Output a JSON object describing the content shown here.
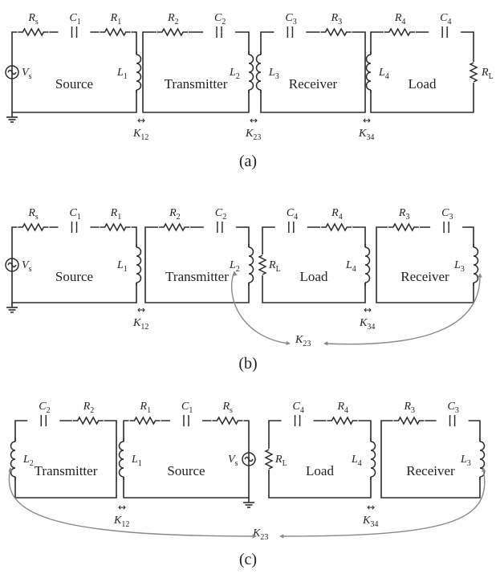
{
  "panels": [
    {
      "label": "(a)",
      "circuits": [
        {
          "name": "Source",
          "elements": [
            {
              "type": "source",
              "side": "left",
              "label": "V",
              "sub": "s"
            },
            {
              "type": "resistor",
              "side": "top",
              "label": "R",
              "sub": "s"
            },
            {
              "type": "capacitor",
              "side": "top",
              "label": "C",
              "sub": "1"
            },
            {
              "type": "resistor",
              "side": "top",
              "label": "R",
              "sub": "1"
            },
            {
              "type": "inductor",
              "side": "right",
              "label": "L",
              "sub": "1"
            }
          ]
        },
        {
          "name": "Transmitter",
          "elements": [
            {
              "type": "resistor",
              "side": "top",
              "label": "R",
              "sub": "2"
            },
            {
              "type": "capacitor",
              "side": "top",
              "label": "C",
              "sub": "2"
            },
            {
              "type": "inductor",
              "side": "right",
              "label": "L",
              "sub": "2"
            }
          ]
        },
        {
          "name": "Receiver",
          "elements": [
            {
              "type": "inductor",
              "side": "left",
              "label": "L",
              "sub": "3"
            },
            {
              "type": "capacitor",
              "side": "top",
              "label": "C",
              "sub": "3"
            },
            {
              "type": "resistor",
              "side": "top",
              "label": "R",
              "sub": "3"
            }
          ]
        },
        {
          "name": "Load",
          "elements": [
            {
              "type": "inductor",
              "side": "left",
              "label": "L",
              "sub": "4"
            },
            {
              "type": "resistor",
              "side": "top",
              "label": "R",
              "sub": "4"
            },
            {
              "type": "capacitor",
              "side": "top",
              "label": "C",
              "sub": "4"
            },
            {
              "type": "resistor",
              "side": "right",
              "label": "R",
              "sub": "L"
            }
          ]
        }
      ],
      "couplings": [
        {
          "label": "K",
          "sub": "12",
          "symbol": "↔"
        },
        {
          "label": "K",
          "sub": "23",
          "symbol": "↔"
        },
        {
          "label": "K",
          "sub": "34",
          "symbol": "↔"
        }
      ]
    },
    {
      "label": "(b)",
      "circuits": [
        {
          "name": "Source",
          "elements": [
            {
              "type": "source",
              "side": "left",
              "label": "V",
              "sub": "s"
            },
            {
              "type": "resistor",
              "side": "top",
              "label": "R",
              "sub": "s"
            },
            {
              "type": "capacitor",
              "side": "top",
              "label": "C",
              "sub": "1"
            },
            {
              "type": "resistor",
              "side": "top",
              "label": "R",
              "sub": "1"
            },
            {
              "type": "inductor",
              "side": "right",
              "label": "L",
              "sub": "1"
            }
          ]
        },
        {
          "name": "Transmitter",
          "elements": [
            {
              "type": "resistor",
              "side": "top",
              "label": "R",
              "sub": "2"
            },
            {
              "type": "capacitor",
              "side": "top",
              "label": "C",
              "sub": "2"
            },
            {
              "type": "inductor",
              "side": "right",
              "label": "L",
              "sub": "2"
            }
          ]
        },
        {
          "name": "Load",
          "elements": [
            {
              "type": "resistor",
              "side": "left",
              "label": "R",
              "sub": "L"
            },
            {
              "type": "capacitor",
              "side": "top",
              "label": "C",
              "sub": "4"
            },
            {
              "type": "resistor",
              "side": "top",
              "label": "R",
              "sub": "4"
            },
            {
              "type": "inductor",
              "side": "right",
              "label": "L",
              "sub": "4"
            }
          ]
        },
        {
          "name": "Receiver",
          "elements": [
            {
              "type": "resistor",
              "side": "top",
              "label": "R",
              "sub": "3"
            },
            {
              "type": "capacitor",
              "side": "top",
              "label": "C",
              "sub": "3"
            },
            {
              "type": "inductor",
              "side": "right",
              "label": "L",
              "sub": "3"
            }
          ]
        }
      ],
      "couplings": [
        {
          "label": "K",
          "sub": "12",
          "symbol": "↔"
        },
        {
          "label": "K",
          "sub": "34",
          "symbol": "↔"
        },
        {
          "label": "K",
          "sub": "23",
          "symbol": ""
        }
      ]
    },
    {
      "label": "(c)",
      "circuits": [
        {
          "name": "Transmitter",
          "elements": [
            {
              "type": "capacitor",
              "side": "top",
              "label": "C",
              "sub": "2"
            },
            {
              "type": "resistor",
              "side": "top",
              "label": "R",
              "sub": "2"
            },
            {
              "type": "inductor",
              "side": "left",
              "label": "L",
              "sub": "2"
            }
          ]
        },
        {
          "name": "Source",
          "elements": [
            {
              "type": "inductor",
              "side": "left",
              "label": "L",
              "sub": "1"
            },
            {
              "type": "resistor",
              "side": "top",
              "label": "R",
              "sub": "1"
            },
            {
              "type": "capacitor",
              "side": "top",
              "label": "C",
              "sub": "1"
            },
            {
              "type": "resistor",
              "side": "top",
              "label": "R",
              "sub": "s"
            },
            {
              "type": "source",
              "side": "right",
              "label": "V",
              "sub": "s"
            }
          ]
        },
        {
          "name": "Load",
          "elements": [
            {
              "type": "resistor",
              "side": "left",
              "label": "R",
              "sub": "L"
            },
            {
              "type": "capacitor",
              "side": "top",
              "label": "C",
              "sub": "4"
            },
            {
              "type": "resistor",
              "side": "top",
              "label": "R",
              "sub": "4"
            },
            {
              "type": "inductor",
              "side": "right",
              "label": "L",
              "sub": "4"
            }
          ]
        },
        {
          "name": "Receiver",
          "elements": [
            {
              "type": "resistor",
              "side": "top",
              "label": "R",
              "sub": "3"
            },
            {
              "type": "capacitor",
              "side": "top",
              "label": "C",
              "sub": "3"
            },
            {
              "type": "inductor",
              "side": "right",
              "label": "L",
              "sub": "3"
            }
          ]
        }
      ],
      "couplings": [
        {
          "label": "K",
          "sub": "12",
          "symbol": "↔"
        },
        {
          "label": "K",
          "sub": "34",
          "symbol": "↔"
        },
        {
          "label": "K",
          "sub": "23",
          "symbol": ""
        }
      ]
    }
  ]
}
